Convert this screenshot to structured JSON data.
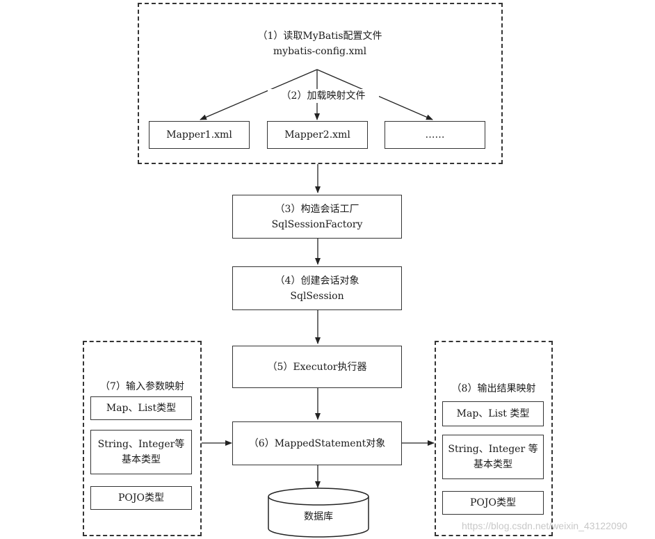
{
  "config": {
    "title": "（1）读取MyBatis配置文件",
    "file": "mybatis-config.xml",
    "load_label": "（2）加载映射文件",
    "mappers": [
      "Mapper1.xml",
      "Mapper2.xml",
      "……"
    ]
  },
  "factory": {
    "title": "（3）构造会话工厂",
    "name": "SqlSessionFactory"
  },
  "session": {
    "title": "（4）创建会话对象",
    "name": "SqlSession"
  },
  "executor": {
    "title": "（5）Executor执行器"
  },
  "mapped_statement": {
    "title": "（6）MappedStatement对象"
  },
  "database": {
    "label": "数据库"
  },
  "input_mapping": {
    "title": "（7）输入参数映射",
    "items": [
      "Map、List类型",
      "String、Integer等",
      "基本类型",
      "POJO类型"
    ]
  },
  "output_mapping": {
    "title": "（8）输出结果映射",
    "items": [
      "Map、List 类型",
      "String、Integer 等",
      "基本类型",
      "POJO类型"
    ]
  },
  "watermark": "https://blog.csdn.net/weixin_43122090"
}
